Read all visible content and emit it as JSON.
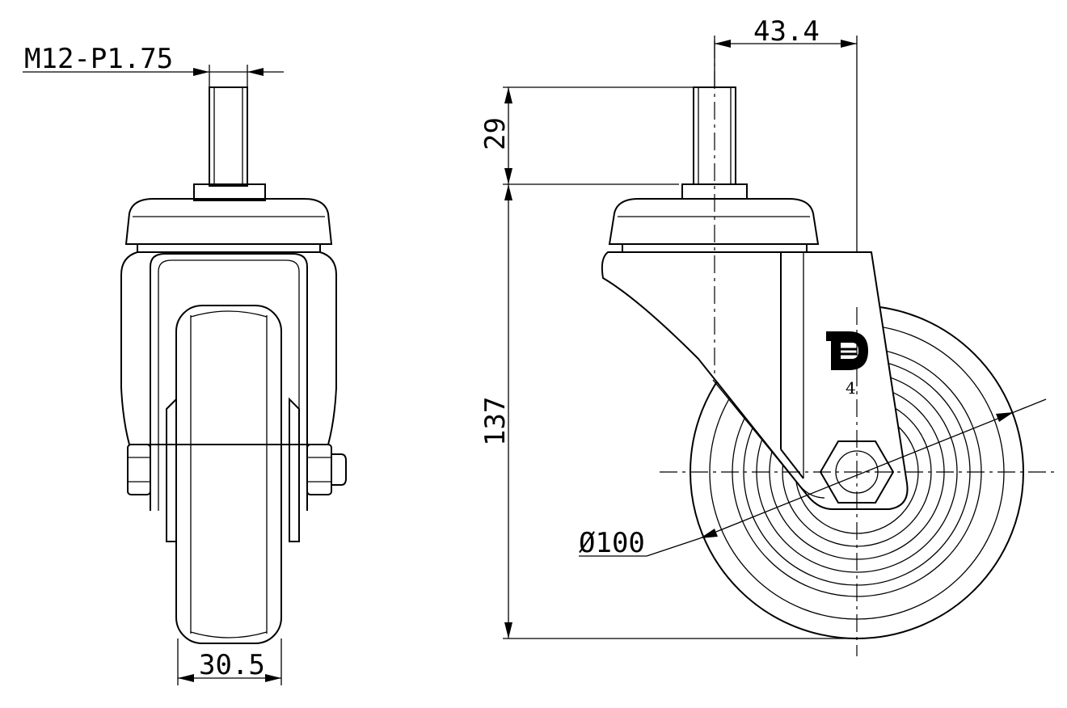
{
  "dimensions": {
    "thread": "M12-P1.75",
    "wheel_width": "30.5",
    "stem_length": "29",
    "total_height": "137",
    "offset": "43.4",
    "wheel_diameter": "Ø100"
  },
  "marking": {
    "brand_digit": "4"
  },
  "colors": {
    "line": "#000000",
    "background": "#ffffff"
  }
}
